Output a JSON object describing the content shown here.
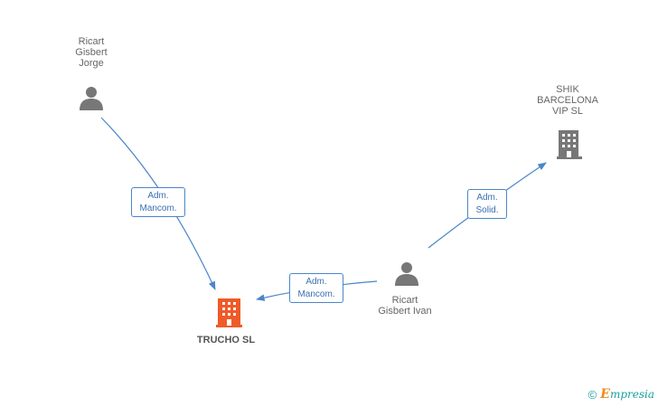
{
  "nodes": {
    "ricart_jorge": {
      "label": "Ricart\nGisbert\nJorge",
      "type": "person"
    },
    "shik": {
      "label": "SHIK\nBARCELONA\nVIP SL",
      "type": "company"
    },
    "trucho": {
      "label": "TRUCHO SL",
      "type": "company",
      "main": true
    },
    "ricart_ivan": {
      "label": "Ricart\nGisbert Ivan",
      "type": "person"
    }
  },
  "edges": [
    {
      "from": "ricart_jorge",
      "to": "trucho",
      "line1": "Adm.",
      "line2": "Mancom."
    },
    {
      "from": "ricart_ivan",
      "to": "trucho",
      "line1": "Adm.",
      "line2": "Mancom."
    },
    {
      "from": "ricart_ivan",
      "to": "shik",
      "line1": "Adm.",
      "line2": "Solid."
    }
  ],
  "brand": {
    "copyright": "©",
    "e": "E",
    "rest": "mpresia"
  },
  "colors": {
    "edge": "#4a86c8",
    "person_icon": "#777777",
    "company_icon": "#777777",
    "main_company_icon": "#f05a28"
  }
}
